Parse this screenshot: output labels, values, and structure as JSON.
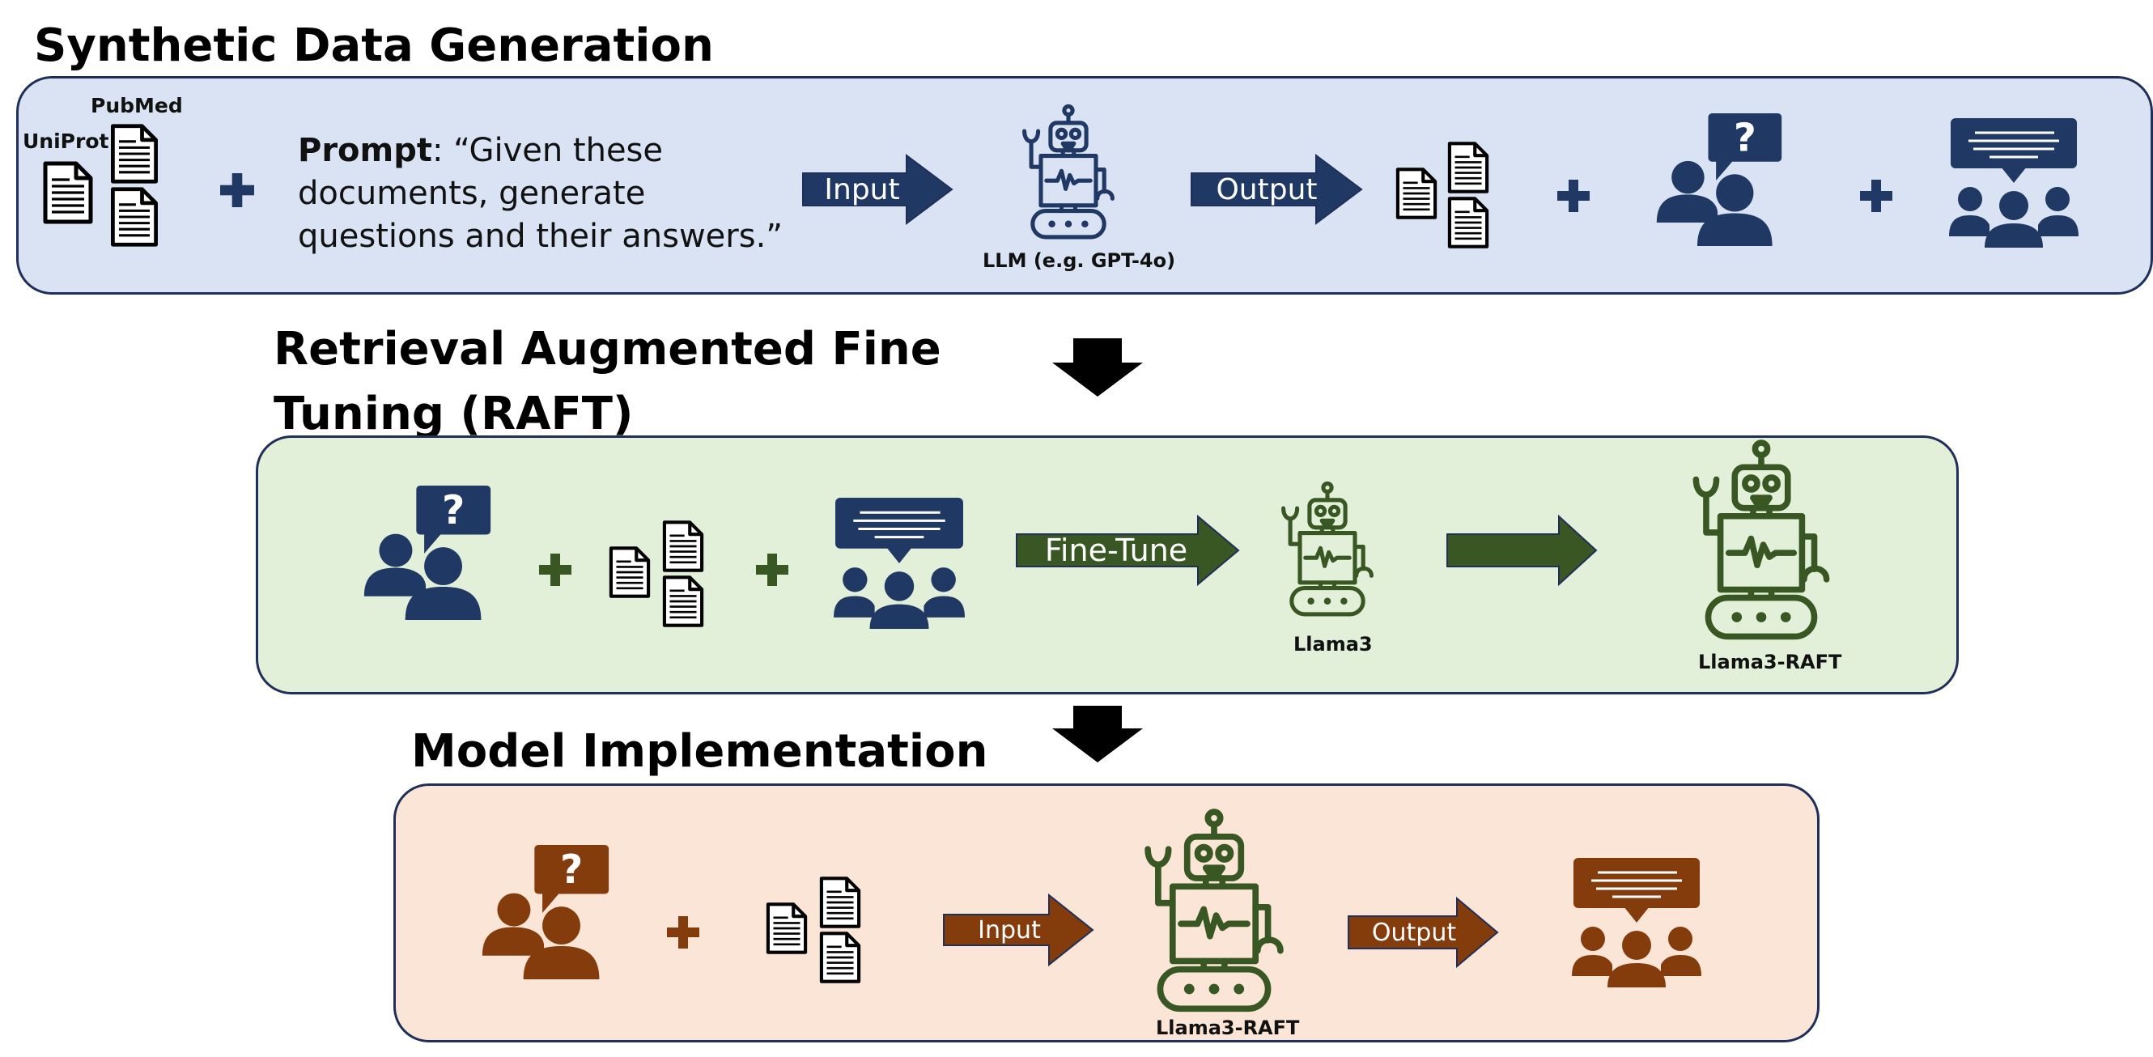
{
  "sections": {
    "synthetic": {
      "title": "Synthetic Data Generation",
      "uniprot_label": "UniProt",
      "pubmed_label": "PubMed",
      "prompt_bold": "Prompt",
      "prompt_rest": ": “Given these documents, generate questions and their answers.”",
      "input_arrow": "Input",
      "llm_label": "LLM (e.g. GPT-4o)",
      "output_arrow": "Output"
    },
    "raft": {
      "title_line1": "Retrieval Augmented Fine",
      "title_line2": "Tuning (RAFT)",
      "finetune_arrow": "Fine-Tune",
      "llama3_label": "Llama3",
      "llama3_raft_label": "Llama3-RAFT"
    },
    "implementation": {
      "title": "Model Implementation",
      "input_arrow": "Input",
      "output_arrow": "Output",
      "llama3_raft_label": "Llama3-RAFT"
    }
  },
  "colors": {
    "navy": "#203864",
    "green": "#385723",
    "brown": "#843c0c",
    "panel_blue": "#dae3f3",
    "panel_green": "#e2f0d9",
    "panel_peach": "#fbe5d6",
    "border": "#1f2f5a"
  },
  "icons": [
    "document-icon",
    "plus-icon",
    "question-person-icon",
    "answer-group-icon",
    "robot-icon",
    "arrow-right-icon",
    "arrow-down-icon"
  ]
}
